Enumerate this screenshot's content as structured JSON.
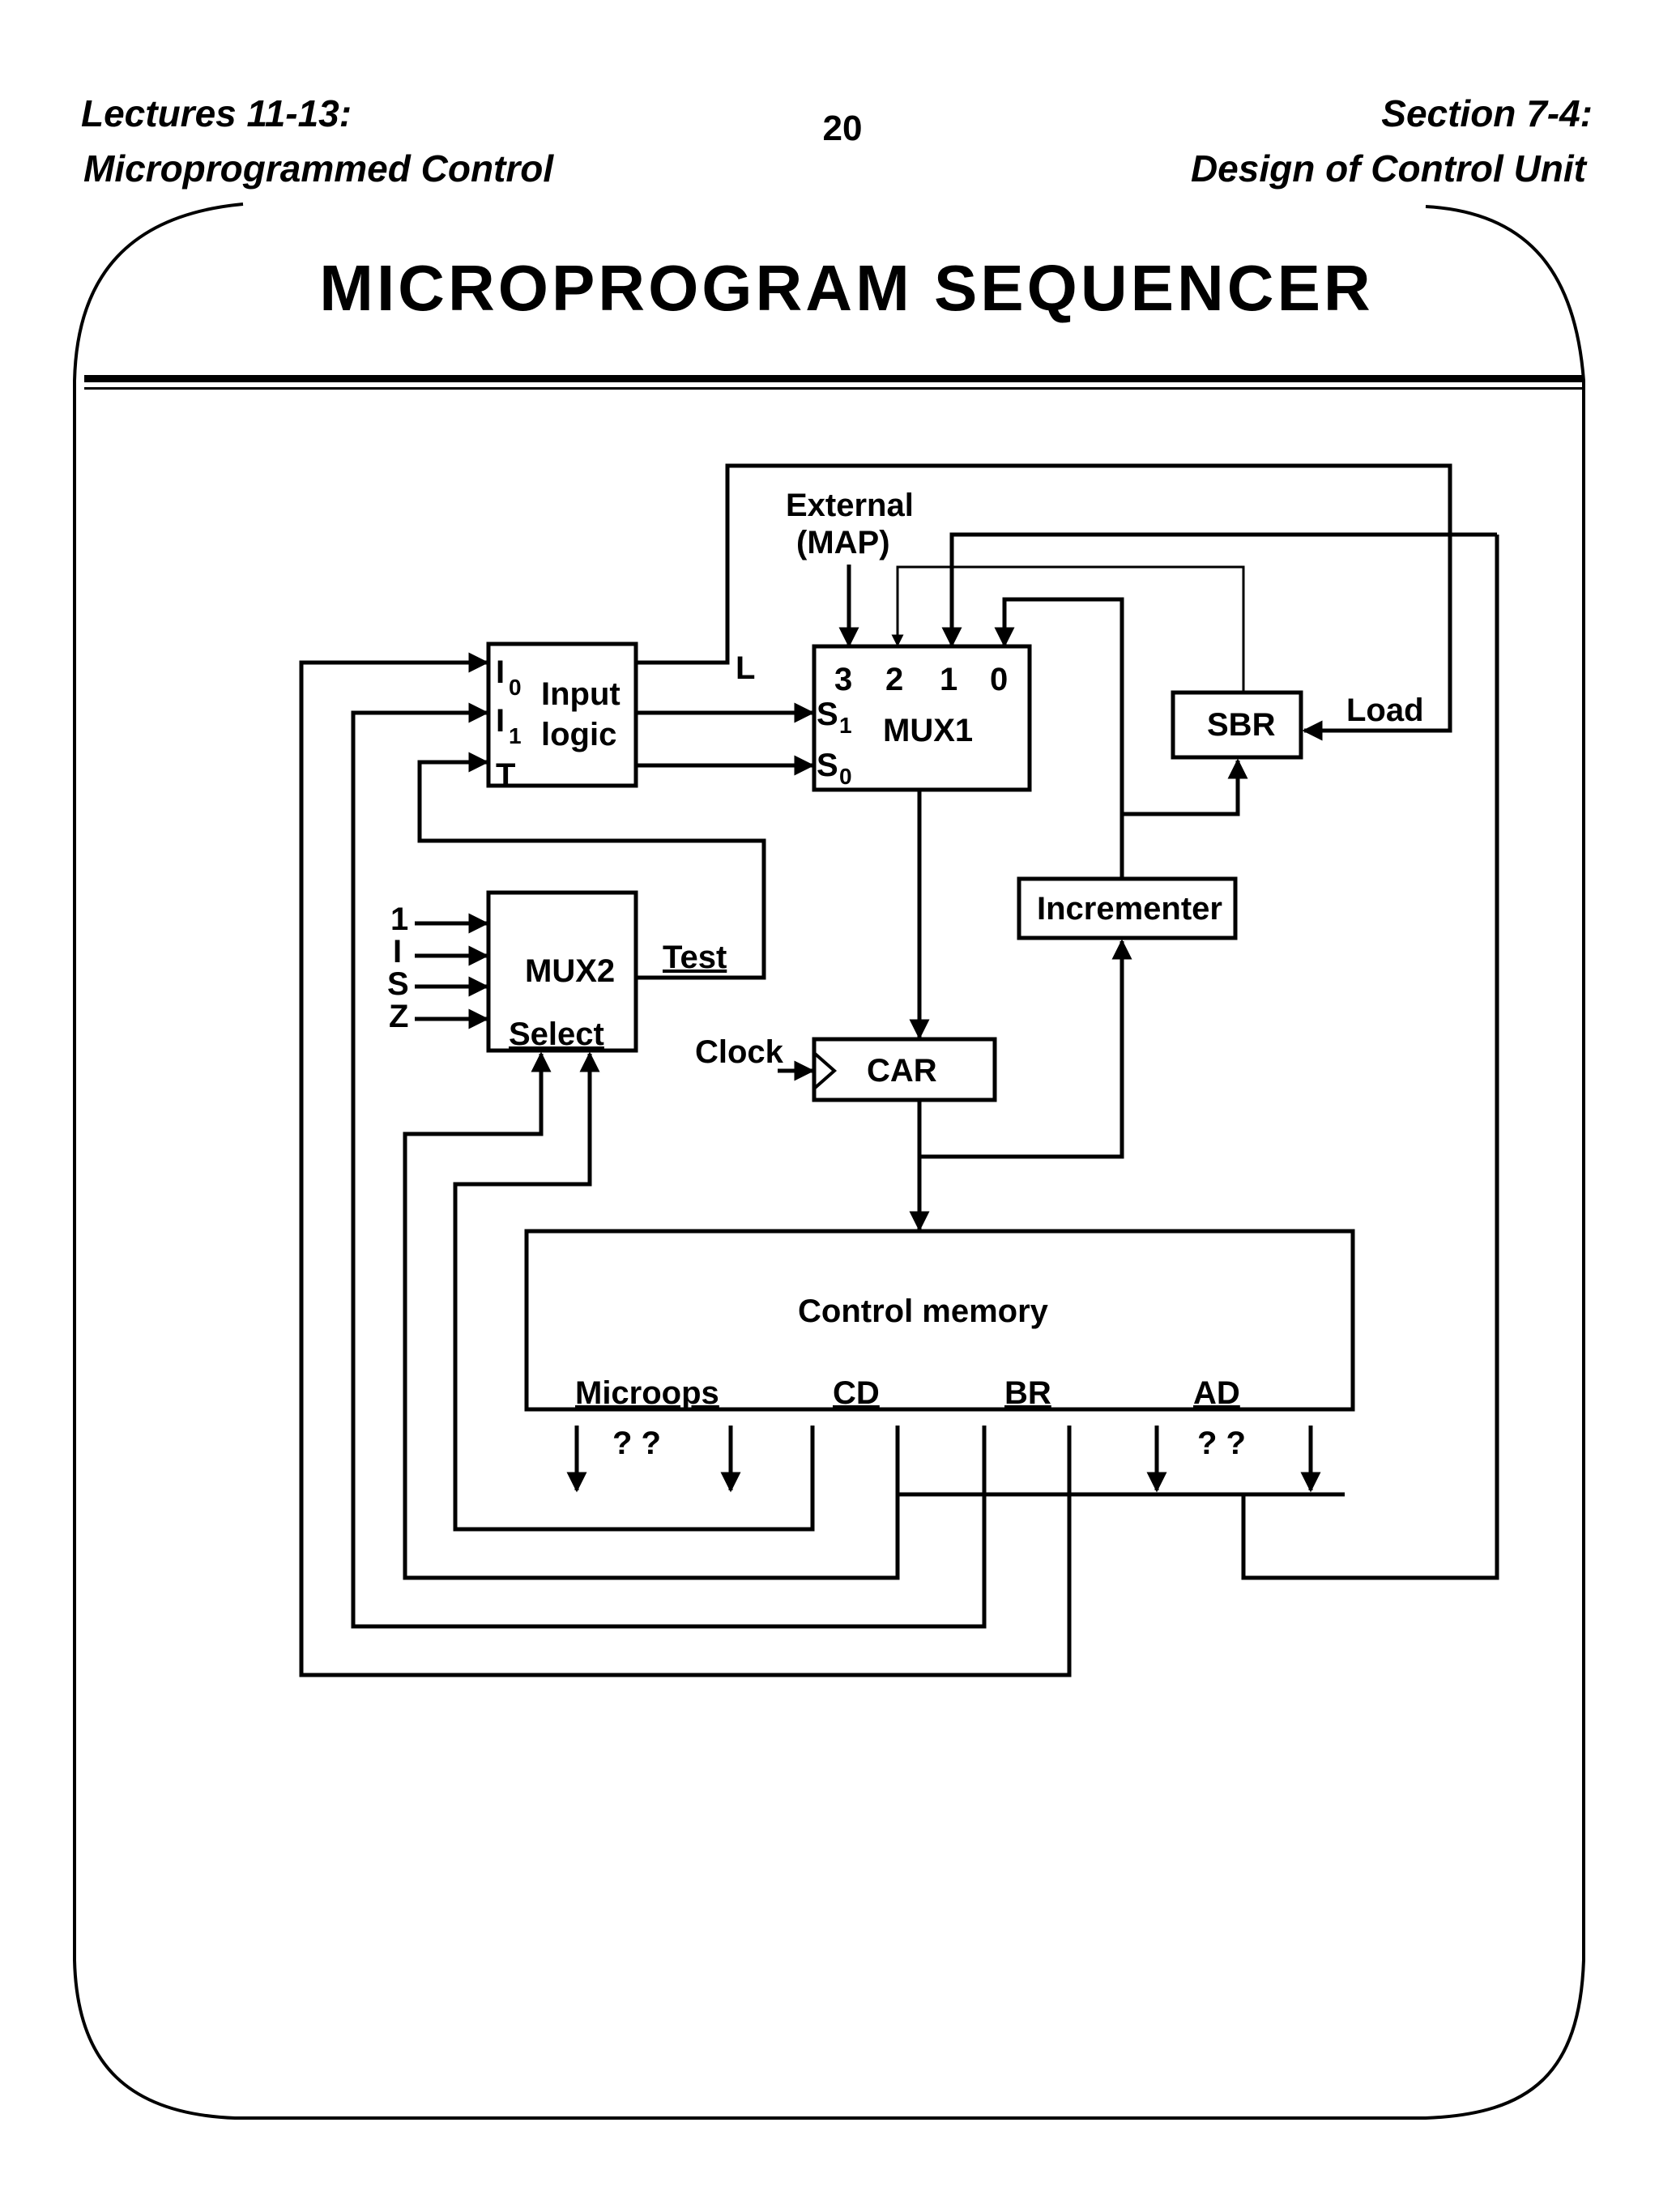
{
  "header": {
    "left_line1": "Lectures 11-13:",
    "left_line2": "Microprogrammed Control",
    "page_number": "20",
    "right_line1": "Section 7-4:",
    "right_line2": "Design of Control Unit"
  },
  "slide": {
    "title": "MICROPROGRAM  SEQUENCER"
  },
  "diagram": {
    "external_line1": "External",
    "external_line2": "(MAP)",
    "input_logic": {
      "label_line1": "Input",
      "label_line2": "logic",
      "pin_i0": "I",
      "pin_i0_sub": "0",
      "pin_i1": "I",
      "pin_i1_sub": "1",
      "pin_t": "T",
      "output_l": "L"
    },
    "mux1": {
      "label": "MUX1",
      "inputs": [
        "3",
        "2",
        "1",
        "0"
      ],
      "sel_s1": "S",
      "sel_s1_sub": "1",
      "sel_s0": "S",
      "sel_s0_sub": "0"
    },
    "sbr": {
      "label": "SBR",
      "load_label": "Load"
    },
    "incrementer": {
      "label": "Incrementer"
    },
    "mux2": {
      "label": "MUX2",
      "select_label": "Select",
      "inputs": [
        "1",
        "I",
        "S",
        "Z"
      ],
      "output_label": "Test"
    },
    "car": {
      "label": "CAR",
      "clock_label": "Clock"
    },
    "control_memory": {
      "label": "Control memory",
      "fields": [
        "Microops",
        "CD",
        "BR",
        "AD"
      ],
      "unknown_microops": "? ?",
      "unknown_ad": "? ?"
    }
  }
}
